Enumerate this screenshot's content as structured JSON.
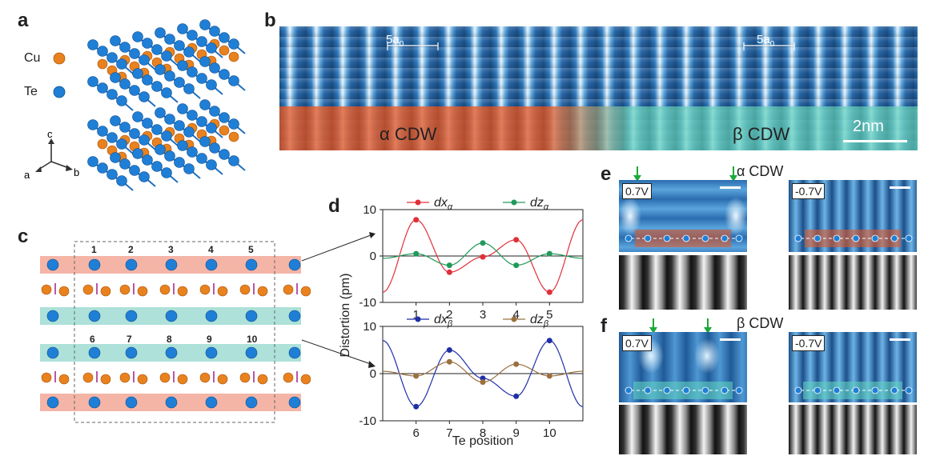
{
  "panels": {
    "a": {
      "label": "a",
      "legend": [
        {
          "element": "Cu",
          "color": "#e8821e"
        },
        {
          "element": "Te",
          "color": "#1f7fd6"
        }
      ],
      "axes": {
        "c": "c",
        "a": "a",
        "b": "b"
      }
    },
    "b": {
      "label": "b",
      "period_label_main": "5a",
      "period_label_sub": "0",
      "alpha_label": "α CDW",
      "beta_label": "β CDW",
      "scalebar": "2nm",
      "alpha_color": "#e0582a",
      "beta_color": "#5fd0c0"
    },
    "c": {
      "label": "c",
      "top_numbers": [
        "1",
        "2",
        "3",
        "4",
        "5"
      ],
      "bottom_numbers": [
        "6",
        "7",
        "8",
        "9",
        "10"
      ]
    },
    "d": {
      "label": "d"
    },
    "e": {
      "label": "e",
      "title": "α CDW",
      "bias_left": "0.7V",
      "bias_right": "-0.7V"
    },
    "f": {
      "label": "f",
      "title": "β CDW",
      "bias_left": "0.7V",
      "bias_right": "-0.7V"
    }
  },
  "chart_data": [
    {
      "type": "line",
      "ylabel": "Distortion (pm)",
      "xlim": [
        0,
        6
      ],
      "ylim": [
        -10,
        10
      ],
      "yticks": [
        -10,
        0,
        10
      ],
      "xticks": [
        1,
        2,
        3,
        4,
        5
      ],
      "series": [
        {
          "name": "dx",
          "sub": "α",
          "color": "#e0303a",
          "points": [
            [
              1,
              7.8
            ],
            [
              2,
              -3.5
            ],
            [
              3,
              -0.2
            ],
            [
              4,
              3.5
            ],
            [
              5,
              -7.8
            ]
          ]
        },
        {
          "name": "dz",
          "sub": "α",
          "color": "#1f9a5a",
          "points": [
            [
              1,
              0.5
            ],
            [
              2,
              -2.0
            ],
            [
              3,
              2.8
            ],
            [
              4,
              -2.0
            ],
            [
              5,
              0.5
            ]
          ]
        }
      ]
    },
    {
      "type": "line",
      "xlabel": "Te position",
      "ylabel": "Distortion (pm)",
      "xlim": [
        5,
        11
      ],
      "ylim": [
        -10,
        10
      ],
      "yticks": [
        -10,
        0,
        10
      ],
      "xticks": [
        6,
        7,
        8,
        9,
        10
      ],
      "series": [
        {
          "name": "dx",
          "sub": "β",
          "color": "#1f2fa8",
          "points": [
            [
              6,
              -7.0
            ],
            [
              7,
              5.0
            ],
            [
              8,
              -1.0
            ],
            [
              9,
              -4.8
            ],
            [
              10,
              7.0
            ]
          ]
        },
        {
          "name": "dz",
          "sub": "β",
          "color": "#9a7040",
          "points": [
            [
              6,
              -0.5
            ],
            [
              7,
              2.5
            ],
            [
              8,
              -1.8
            ],
            [
              9,
              2.0
            ],
            [
              10,
              -0.5
            ]
          ]
        }
      ]
    }
  ]
}
